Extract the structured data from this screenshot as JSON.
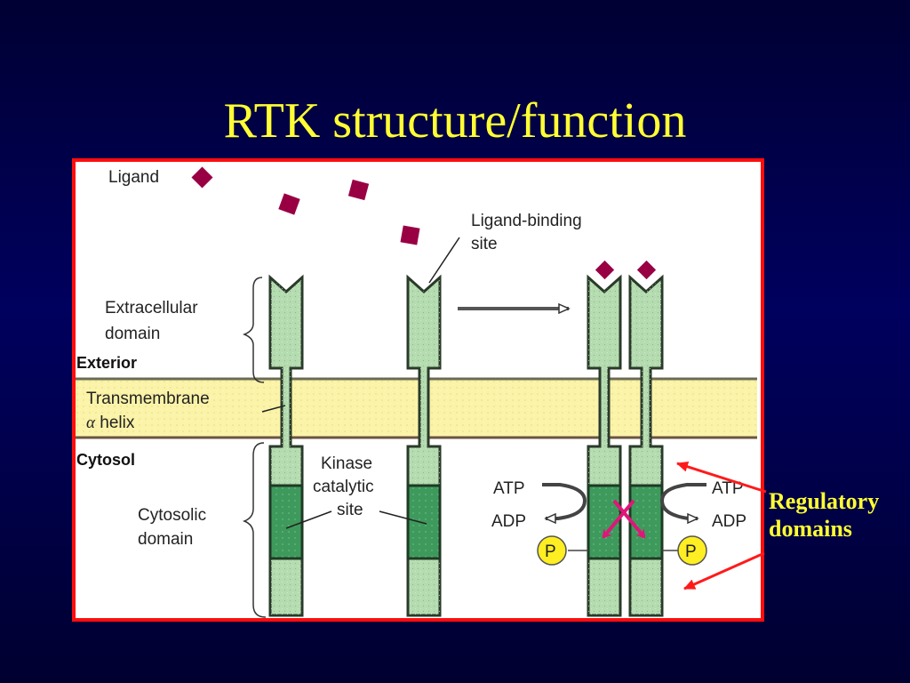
{
  "slide": {
    "title": "RTK structure/function",
    "background_color": "#00004a",
    "title_color": "#ffff33",
    "frame_border_color": "#ff0d0d"
  },
  "diagram": {
    "labels": {
      "ligand": "Ligand",
      "ligand_binding_site_line1": "Ligand-binding",
      "ligand_binding_site_line2": "site",
      "extracellular_line1": "Extracellular",
      "extracellular_line2": "domain",
      "exterior": "Exterior",
      "transmembrane_line1": "Transmembrane",
      "transmembrane_alpha": "α",
      "transmembrane_line2": " helix",
      "cytosol": "Cytosol",
      "kinase_line1": "Kinase",
      "kinase_line2": "catalytic",
      "kinase_line3": "site",
      "cytosolic_line1": "Cytosolic",
      "cytosolic_line2": "domain",
      "atp_left": "ATP",
      "adp_left": "ADP",
      "atp_right": "ATP",
      "adp_right": "ADP",
      "phosphate_left": "P",
      "phosphate_right": "P"
    },
    "colors": {
      "ligand": "#990044",
      "receptor_light": "#b5dcb0",
      "receptor_dark": "#3e9a5c",
      "membrane": "#fbf3a8",
      "phosphate": "#ffee22",
      "cross_arrows": "#e0157a",
      "callout_arrows": "#ff1a1a"
    }
  },
  "callout": {
    "line1": "Regulatory",
    "line2": "domains"
  }
}
